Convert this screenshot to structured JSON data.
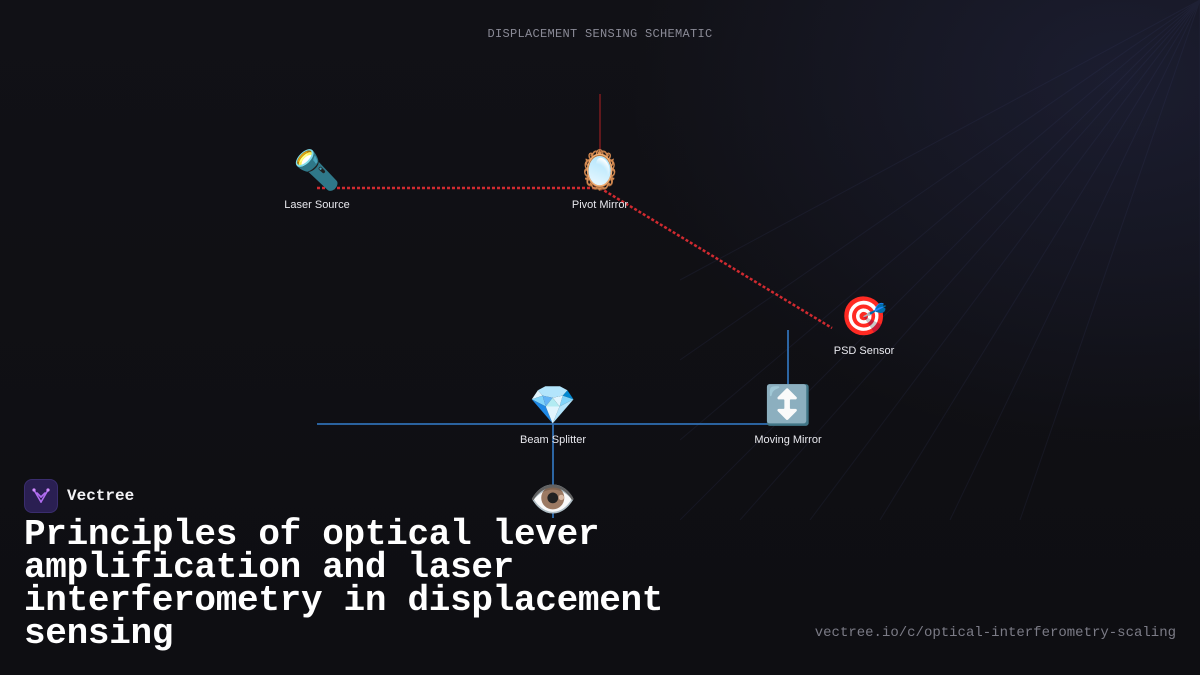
{
  "diagram": {
    "heading": "DISPLACEMENT SENSING SCHEMATIC",
    "nodes": [
      {
        "id": "laser-source",
        "label": "Laser Source",
        "icon": "🔦",
        "icon_name": "flashlight-icon"
      },
      {
        "id": "pivot-mirror",
        "label": "Pivot Mirror",
        "icon": "🪞",
        "icon_name": "mirror-icon"
      },
      {
        "id": "psd-sensor",
        "label": "PSD Sensor",
        "icon": "🎯",
        "icon_name": "target-icon"
      },
      {
        "id": "beam-splitter",
        "label": "Beam Splitter",
        "icon": "💎",
        "icon_name": "gem-icon"
      },
      {
        "id": "moving-mirror",
        "label": "Moving Mirror",
        "icon": "↕️",
        "icon_name": "up-down-arrow-icon"
      },
      {
        "id": "detector",
        "label": "",
        "icon": "👁️",
        "icon_name": "eye-icon"
      }
    ],
    "colors": {
      "laser_beam": "#d02a30",
      "pivot_axis": "#7a1a1e",
      "interferometer_beam": "#2f6fb3"
    }
  },
  "brand": {
    "name": "Vectree",
    "logo_icon": "vectree-logo-icon",
    "accent": "#2a1f52"
  },
  "headline": "Principles of optical lever amplification and laser interferometry in displacement sensing",
  "url": "vectree.io/c/optical-interferometry-scaling"
}
